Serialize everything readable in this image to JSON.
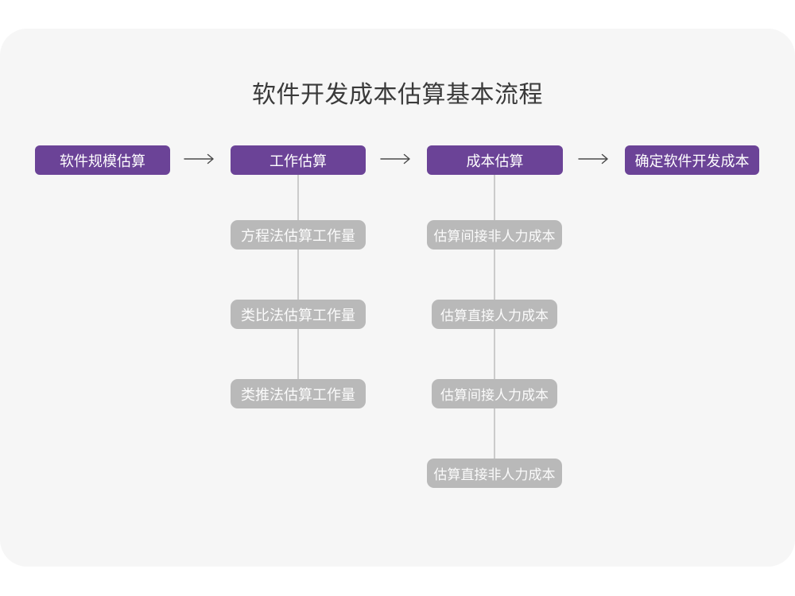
{
  "title": "软件开发成本估算基本流程",
  "flow": {
    "steps": [
      {
        "id": "software-scale-estimation",
        "label": "软件规模估算"
      },
      {
        "id": "work-estimation",
        "label": "工作估算"
      },
      {
        "id": "cost-estimation",
        "label": "成本估算"
      },
      {
        "id": "determine-software-dev-cost",
        "label": "确定软件开发成本"
      }
    ],
    "work_estimation_substeps": [
      {
        "label": "方程法估算工作量"
      },
      {
        "label": "类比法估算工作量"
      },
      {
        "label": "类推法估算工作量"
      }
    ],
    "cost_estimation_substeps": [
      {
        "label": "估算间接非人力成本"
      },
      {
        "label": "估算直接人力成本"
      },
      {
        "label": "估算间接人力成本"
      },
      {
        "label": "估算直接非人力成本"
      }
    ]
  },
  "icons": {
    "arrow_right": "→"
  },
  "colors": {
    "primary_node": "#6B4397",
    "sub_node": "#B9B9B9",
    "canvas_background": "#F6F6F6",
    "page_background": "#FFFFFF",
    "connector_line": "#CBCBCB",
    "arrow": "#4A4A4A",
    "title_text": "#3A3A3A",
    "node_text": "#FFFFFF"
  }
}
